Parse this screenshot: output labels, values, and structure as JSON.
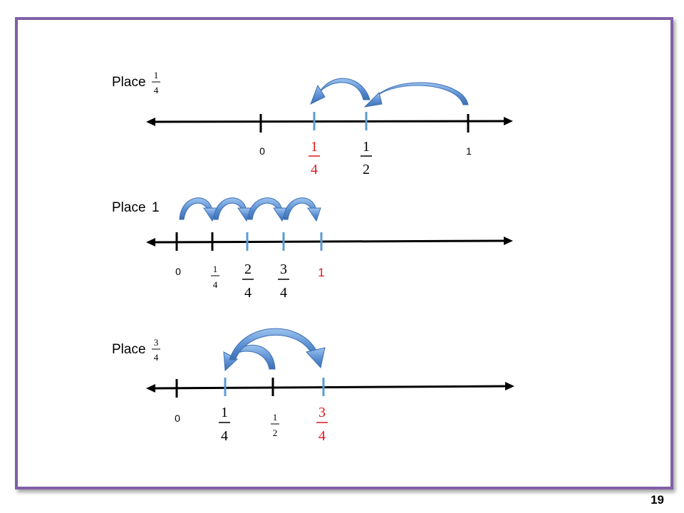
{
  "colors": {
    "frame": "#8060a8",
    "axis": "#000000",
    "tick_blue": "#5b9bd5",
    "highlight_red": "#e0191f",
    "arrow_blue": "#4a7fc1"
  },
  "page_number": "19",
  "lines": [
    {
      "prompt": {
        "word": "Place",
        "num": "1",
        "den": "4"
      },
      "ticks": [
        {
          "label": "0",
          "kind": "plain",
          "color": "black"
        },
        {
          "label_num": "1",
          "label_den": "4",
          "kind": "frac-large",
          "color": "red",
          "tick": "blue"
        },
        {
          "label_num": "1",
          "label_den": "2",
          "kind": "frac-large",
          "color": "black",
          "tick": "blue"
        },
        {
          "label": "1",
          "kind": "plain",
          "color": "black"
        }
      ],
      "arrows": [
        "arrow-right-to-left-1",
        "arrow-right-to-left-2"
      ]
    },
    {
      "prompt": {
        "word": "Place",
        "whole": "1"
      },
      "ticks": [
        {
          "label": "0",
          "kind": "plain",
          "color": "black"
        },
        {
          "label_num": "1",
          "label_den": "4",
          "kind": "frac-small",
          "color": "black"
        },
        {
          "label_num": "2",
          "label_den": "4",
          "kind": "frac-large",
          "color": "black",
          "tick": "blue"
        },
        {
          "label_num": "3",
          "label_den": "4",
          "kind": "frac-large",
          "color": "black",
          "tick": "blue"
        },
        {
          "label": "1",
          "kind": "plain-large",
          "color": "red",
          "tick": "blue"
        }
      ],
      "arrows": [
        "hop-1",
        "hop-2",
        "hop-3",
        "hop-4"
      ]
    },
    {
      "prompt": {
        "word": "Place",
        "num": "3",
        "den": "4"
      },
      "ticks": [
        {
          "label": "0",
          "kind": "plain",
          "color": "black"
        },
        {
          "label_num": "1",
          "label_den": "4",
          "kind": "frac-large",
          "color": "black",
          "tick": "blue"
        },
        {
          "label_num": "1",
          "label_den": "2",
          "kind": "frac-small",
          "color": "black"
        },
        {
          "label_num": "3",
          "label_den": "4",
          "kind": "frac-large",
          "color": "red",
          "tick": "blue"
        }
      ],
      "arrows": [
        "arrow-half-to-quarter",
        "arrow-quarter-to-three-quarters"
      ]
    }
  ]
}
